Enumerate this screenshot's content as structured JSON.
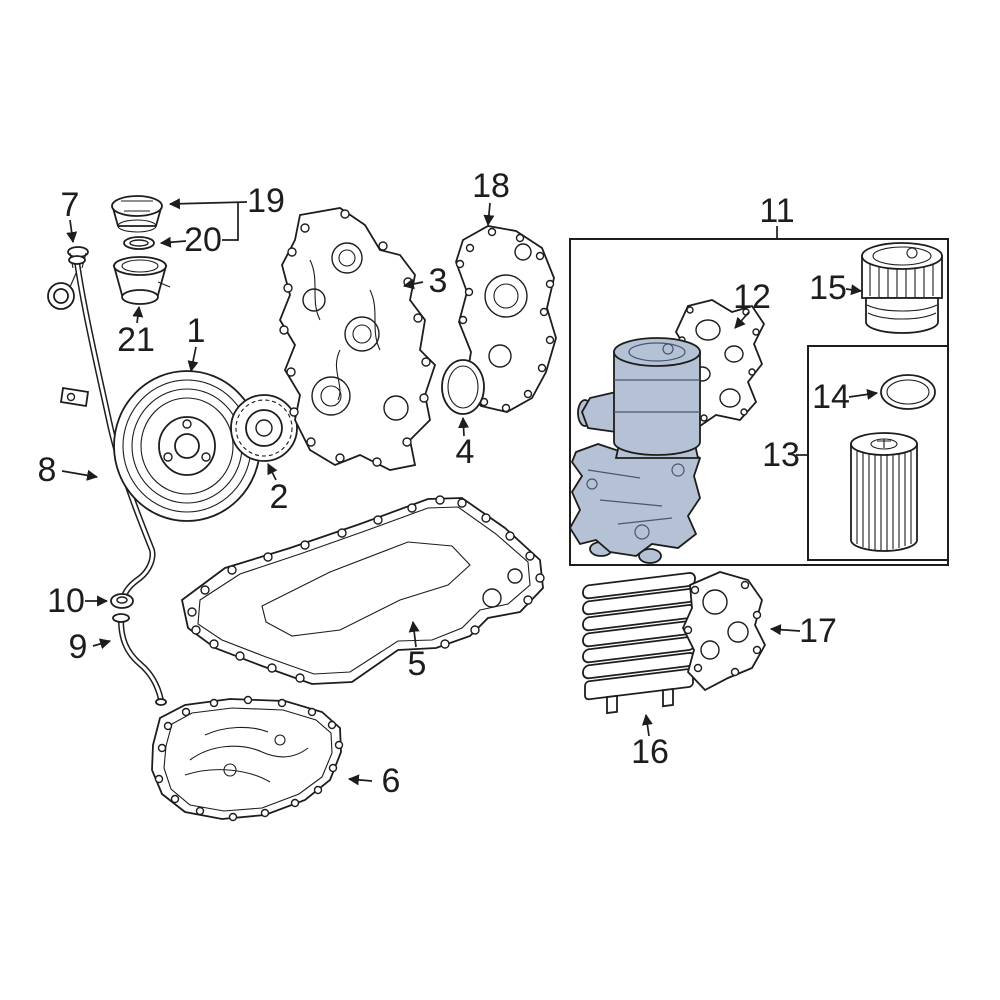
{
  "diagram": {
    "kind": "exploded engine parts diagram",
    "colors": {
      "background": "#ffffff",
      "line": "#1d1d1b",
      "highlight": "#b5c1d4",
      "highlight_detail": "#4a566e"
    },
    "callouts": {
      "1": "1",
      "2": "2",
      "3": "3",
      "4": "4",
      "5": "5",
      "6": "6",
      "7": "7",
      "8": "8",
      "9": "9",
      "10": "10",
      "11": "11",
      "12": "12",
      "13": "13",
      "14": "14",
      "15": "15",
      "16": "16",
      "17": "17",
      "18": "18",
      "19": "19",
      "20": "20",
      "21": "21"
    }
  }
}
